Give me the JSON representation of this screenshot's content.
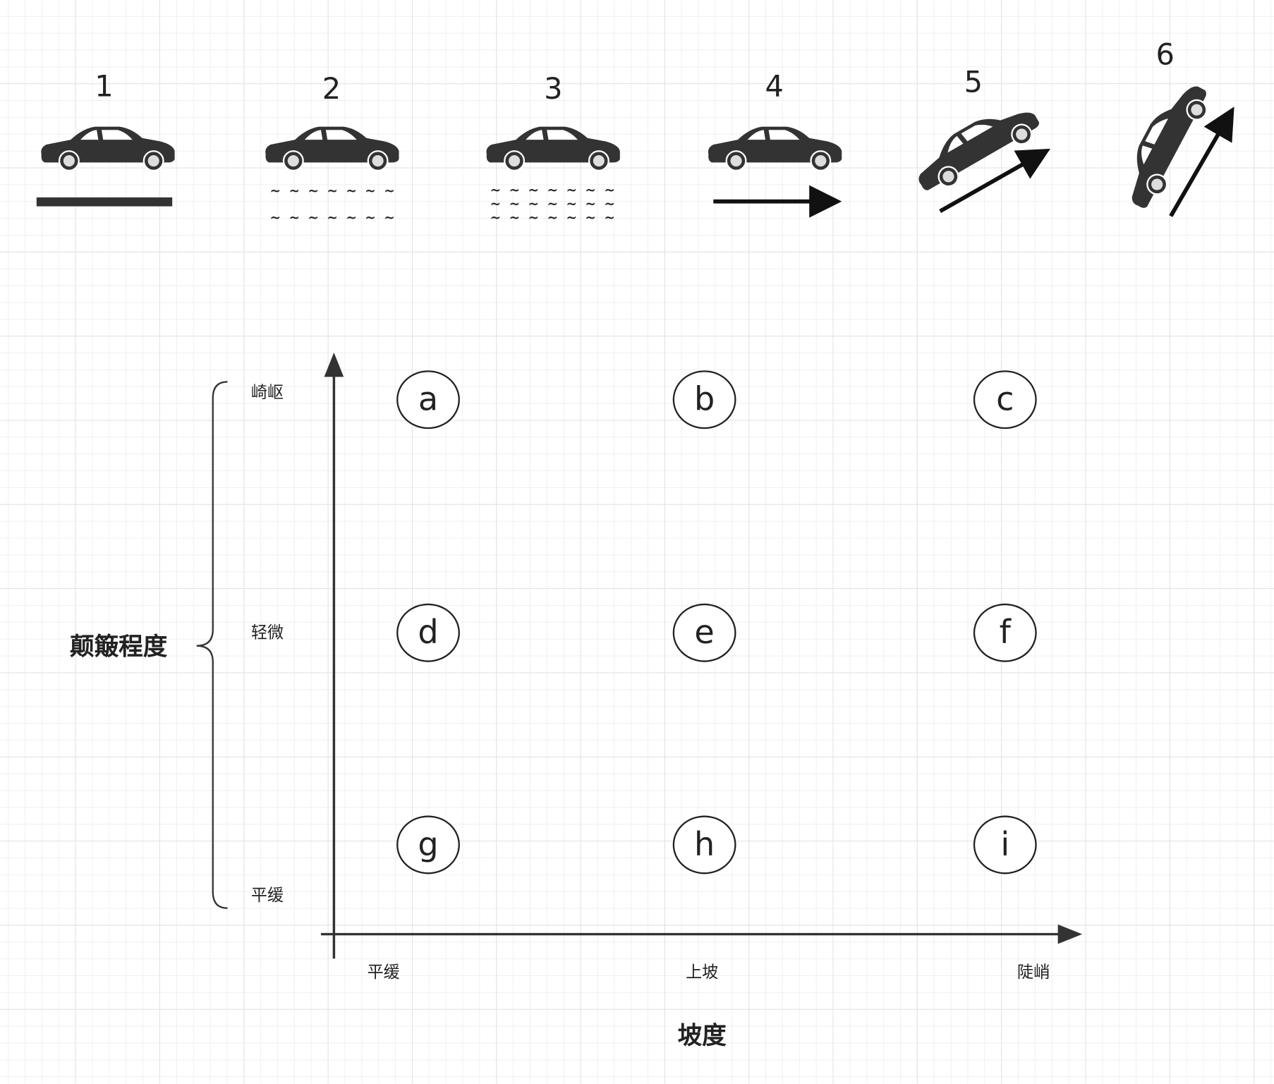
{
  "scenarios": [
    {
      "number": "1",
      "terrain": "flat-road"
    },
    {
      "number": "2",
      "terrain": "light-bumps"
    },
    {
      "number": "3",
      "terrain": "heavy-bumps"
    },
    {
      "number": "4",
      "terrain": "flat-arrow"
    },
    {
      "number": "5",
      "terrain": "uphill"
    },
    {
      "number": "6",
      "terrain": "steep-uphill"
    }
  ],
  "wave_text": "~~~~~~~",
  "y_axis": {
    "title": "颠簸程度",
    "ticks": [
      "崎岖",
      "轻微",
      "平缓"
    ]
  },
  "x_axis": {
    "title": "坡度",
    "ticks": [
      "平缓",
      "上坡",
      "陡峭"
    ]
  },
  "cells": [
    "a",
    "b",
    "c",
    "d",
    "e",
    "f",
    "g",
    "h",
    "i"
  ],
  "colors": {
    "ink": "#222222",
    "car": "#333333",
    "grid": "#e2e2e2"
  }
}
